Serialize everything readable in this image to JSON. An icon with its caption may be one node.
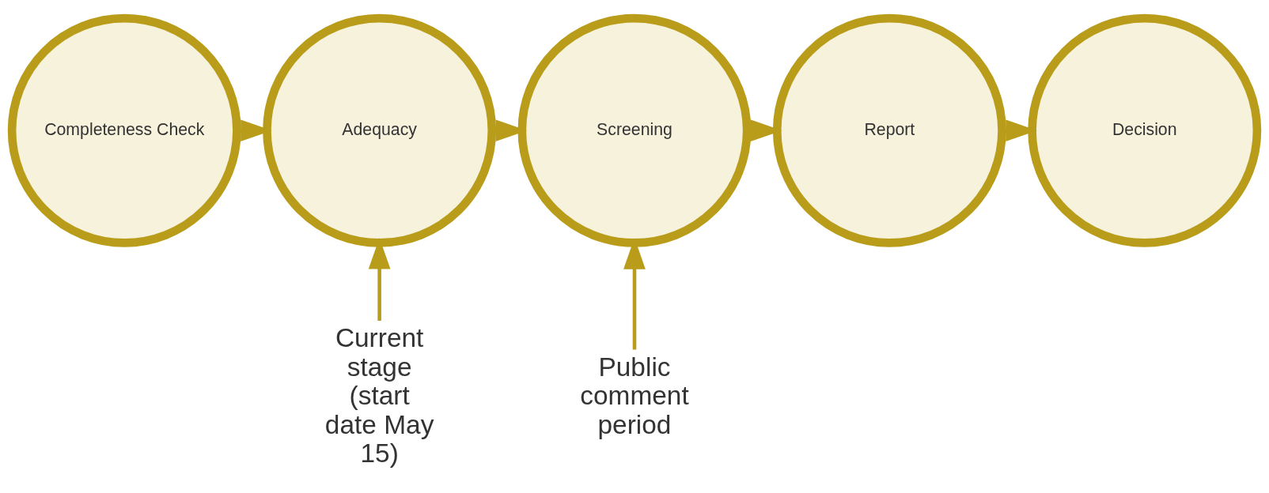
{
  "diagram": {
    "nodes": [
      {
        "text": [
          "Completeness Check"
        ]
      },
      {
        "text": [
          "Adequacy"
        ]
      },
      {
        "text": [
          "Screening"
        ]
      },
      {
        "text": [
          "Report"
        ]
      },
      {
        "text": [
          "Decision"
        ]
      },
      {
        "text": [
          "Current stage (start date May 15)"
        ]
      },
      {
        "text": [
          "Public comment period"
        ]
      }
    ],
    "edges": [
      {
        "from": 0,
        "to": 1,
        "arrow": "to"
      },
      {
        "from": 1,
        "to": 2,
        "arrow": "to"
      },
      {
        "from": 2,
        "to": 3,
        "arrow": "to"
      },
      {
        "from": 3,
        "to": 4,
        "arrow": "to"
      },
      {
        "from": 5,
        "to": 1,
        "arrow": "to"
      },
      {
        "from": 6,
        "to": 2,
        "arrow": "to"
      }
    ]
  }
}
